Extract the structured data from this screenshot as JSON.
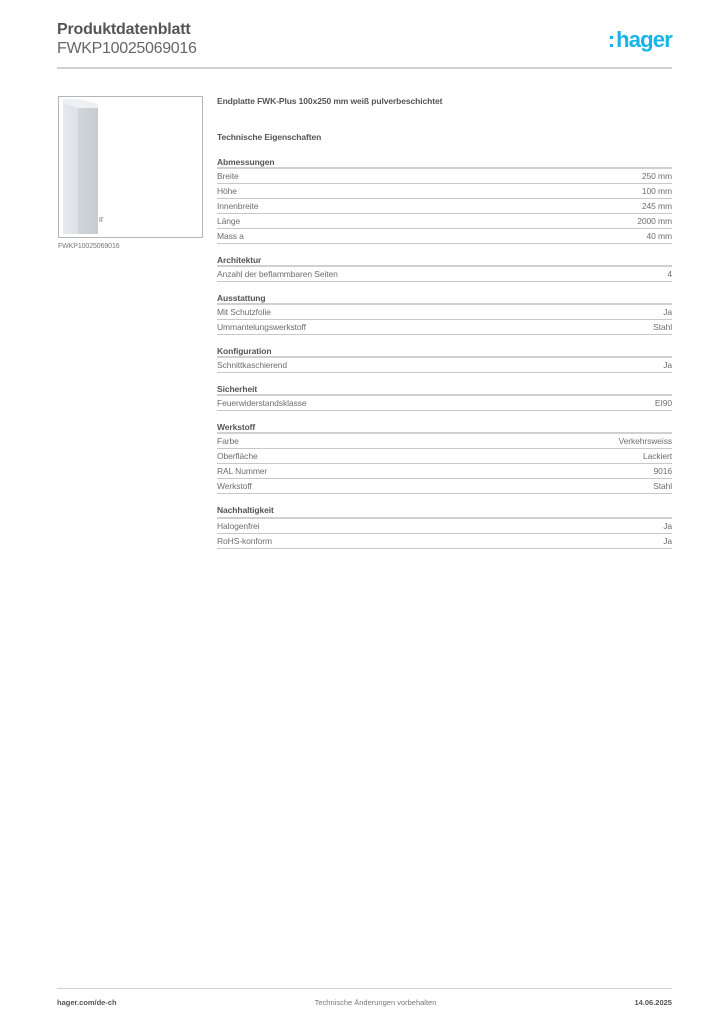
{
  "header": {
    "title": "Produktdatenblatt",
    "article_number": "FWKP10025069016",
    "logo_colon": ":",
    "logo_text": "hager",
    "brand_color": "#17b4ea"
  },
  "product": {
    "image_caption": "FWKP10025069016",
    "name": "Endplatte FWK-Plus 100x250 mm weiß pulverbeschichtet",
    "tech_title": "Technische Eigenschaften"
  },
  "sections": [
    {
      "title": "Abmessungen",
      "rows": [
        {
          "label": "Breite",
          "value": "250 mm"
        },
        {
          "label": "Höhe",
          "value": "100 mm"
        },
        {
          "label": "Innenbreite",
          "value": "245 mm"
        },
        {
          "label": "Länge",
          "value": "2000 mm"
        },
        {
          "label": "Mass a",
          "value": "40 mm"
        }
      ]
    },
    {
      "title": "Architektur",
      "rows": [
        {
          "label": "Anzahl der beflammbaren Seiten",
          "value": "4"
        }
      ]
    },
    {
      "title": "Ausstattung",
      "rows": [
        {
          "label": "Mit Schutzfolie",
          "value": "Ja"
        },
        {
          "label": "Ummantelungswerkstoff",
          "value": "Stahl"
        }
      ]
    },
    {
      "title": "Konfiguration",
      "rows": [
        {
          "label": "Schnittkaschierend",
          "value": "Ja"
        }
      ]
    },
    {
      "title": "Sicherheit",
      "rows": [
        {
          "label": "Feuerwiderstandsklasse",
          "value": "EI90"
        }
      ]
    },
    {
      "title": "Werkstoff",
      "rows": [
        {
          "label": "Farbe",
          "value": "Verkehrsweiss"
        },
        {
          "label": "Oberfläche",
          "value": "Lackiert"
        },
        {
          "label": "RAL Nummer",
          "value": "9016"
        },
        {
          "label": "Werkstoff",
          "value": "Stahl"
        }
      ]
    },
    {
      "title": "Nachhaltigkeit",
      "rows": [
        {
          "label": "Halogenfrei",
          "value": "Ja"
        },
        {
          "label": "RoHS-konform",
          "value": "Ja"
        }
      ]
    }
  ],
  "footer": {
    "website": "hager.com/de-ch",
    "notice": "Technische Änderungen vorbehalten",
    "date": "14.06.2025"
  }
}
